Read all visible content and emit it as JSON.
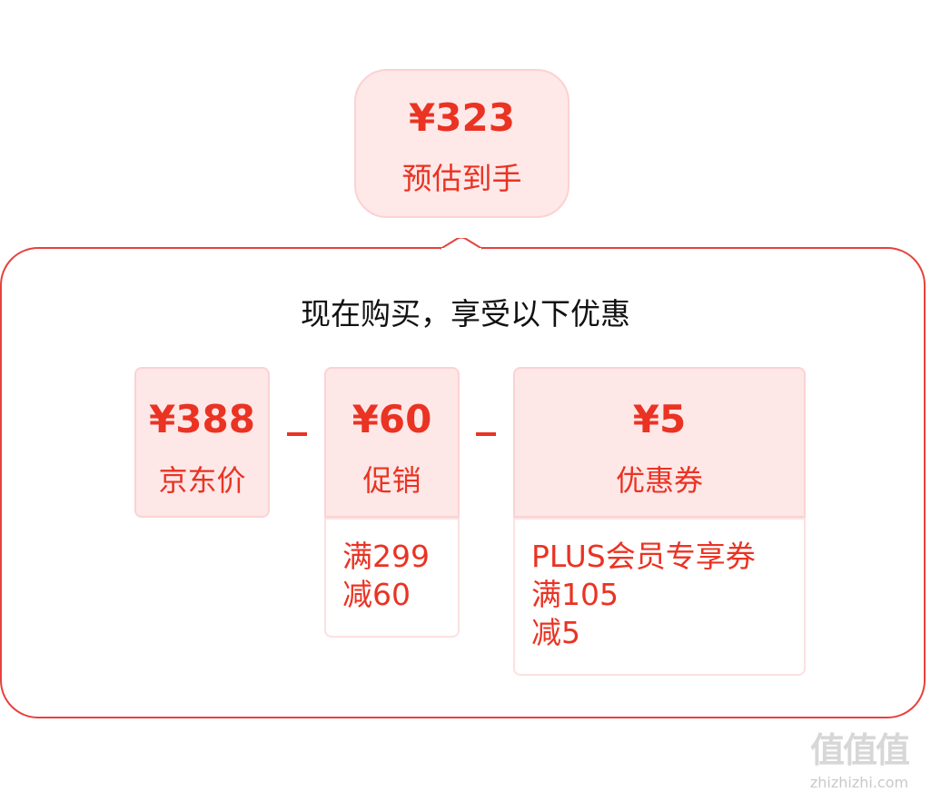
{
  "estimate": {
    "price": "¥323",
    "label": "预估到手"
  },
  "headline": "现在购买，享受以下优惠",
  "cards": [
    {
      "price": "¥388",
      "label": "京东价"
    },
    {
      "price": "¥60",
      "label": "促销",
      "details": [
        "满299",
        "减60"
      ]
    },
    {
      "price": "¥5",
      "label": "优惠券",
      "details": [
        "PLUS会员专享券",
        "满105",
        "减5"
      ]
    }
  ],
  "operators": [
    "minus-icon",
    "minus-icon"
  ],
  "watermark": {
    "chars": "值值值",
    "url": "zhizhizhi.com"
  },
  "colors": {
    "accent": "#ea3323",
    "card_bg": "#fde7e7",
    "border": "#e8413b"
  }
}
